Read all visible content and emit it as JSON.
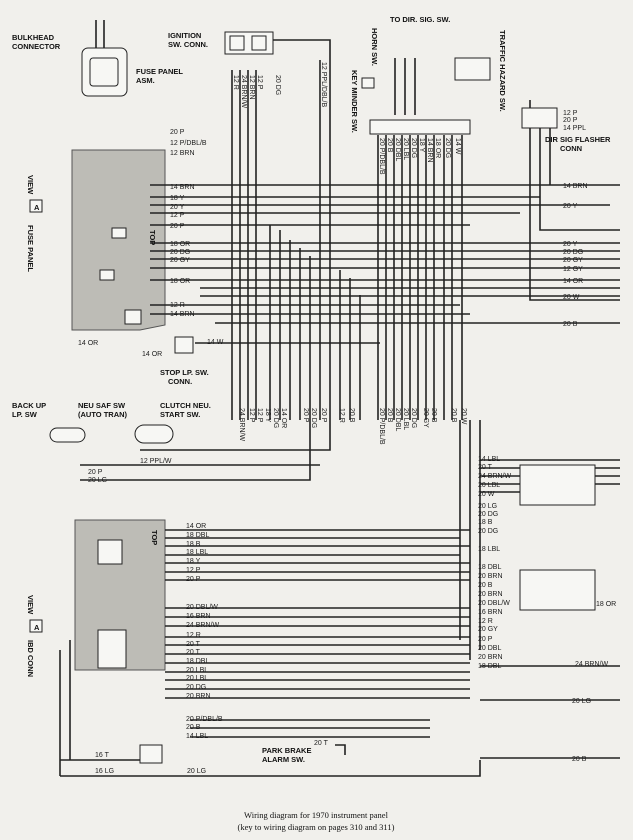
{
  "caption": {
    "line1": "Wiring diagram for 1970 instrument panel",
    "line2": "(key to wiring diagram on pages 310 and 311)"
  },
  "components": {
    "bulkhead": "BULKHEAD\nCONNECTOR",
    "fuse_panel_asm": "FUSE PANEL\nASM.",
    "ignition": "IGNITION\nSW. CONN.",
    "key_minder": "KEY\nMINDER\nSW.",
    "horn_sw": "HORN SW.",
    "to_dir_sig": "TO DIR. SIG. SW.",
    "traffic_hazard": "TRAFFIC HAZARD\nSW.",
    "dir_sig_flasher": "DIR SIG FLASHER\nCONN",
    "fuse_panel_view": "FUSE PANEL",
    "stop_lp": "STOP LP. SW.\nCONN.",
    "back_up": "BACK UP\nLP. SW",
    "neu_saf": "NEU SAF SW\n(AUTO TRAN)",
    "clutch": "CLUTCH NEU.\nSTART SW.",
    "ibd_conn": "IBD CONN",
    "park_brake": "PARK BRAKE\nALARM SW.",
    "view": "VIEW",
    "view_letter": "A",
    "top": "TOP"
  },
  "labels": {
    "fuse_left": [
      "20 P",
      "12 P/DBL/B",
      "12 BRN",
      "14 BRN",
      "18 Y",
      "20 Y",
      "12 P",
      "20 P",
      "18 OR",
      "20 DG",
      "20 GY",
      "18 OR",
      "12 R",
      "14 BRN"
    ],
    "ign_vert": [
      "12 R",
      "24 BRN/W",
      "12 BRN",
      "12 P"
    ],
    "ign_right": [
      "20 DG",
      "12 PPL/DBL/B"
    ],
    "key_vert": [
      "20 P/DBL/B",
      "20 B",
      "20 DBL",
      "20 LBL",
      "20 DG",
      "18 Y",
      "14 BRN",
      "18 OR",
      "20 DG",
      "14 W"
    ],
    "dir_sig": [
      "12 P",
      "20 P",
      "14 PPL"
    ],
    "right_top": [
      "14 BRN",
      "20 Y",
      "20 Y",
      "20 DG",
      "20 GY",
      "12 GY",
      "14 OR",
      "20 W",
      "20 B"
    ],
    "mid_vert": [
      "24 BRN/W",
      "12 P",
      "12 P",
      "18 Y",
      "20 DG",
      "14 OR",
      "20 P",
      "20 DG",
      "20 P",
      "12 R",
      "20 B",
      "20 P/DBL/B",
      "20 B",
      "20 DBL",
      "20 LBL",
      "20 DG",
      "20 GY",
      "20 B",
      "20 B",
      "20 W"
    ],
    "misc": [
      "14 OR",
      "14 OR",
      "14 W",
      "12 PPL/W",
      "20 P",
      "20 LG",
      "16 T",
      "16 LG",
      "20 LG",
      "20 T",
      "18 OR",
      "20 LG",
      "20 B"
    ],
    "ibd_left": [
      "14 OR",
      "18 DBL",
      "18 B",
      "18 LBL",
      "18 Y",
      "12 P",
      "20 P",
      "20 DBL/W",
      "16 BRN",
      "24 BRN/W",
      "12 R",
      "20 T",
      "20 T",
      "18 DBL",
      "20 LBL",
      "20 LBL",
      "20 DG",
      "20 BRN",
      "20 P/DBL/B",
      "20 B",
      "14 LBL"
    ],
    "ibd_right": [
      "14 LBL",
      "20 T",
      "24 BRN/W",
      "20 LBL",
      "20 W",
      "20 LG",
      "20 DG",
      "18 B",
      "20 DG",
      "18 LBL",
      "18 DBL",
      "20 BRN",
      "20 B",
      "20 BRN",
      "20 DBL/W",
      "16 BRN",
      "12 R",
      "20 GY",
      "20 P",
      "20 DBL",
      "20 BRN",
      "18 DBL",
      "24 BRN/W"
    ]
  }
}
